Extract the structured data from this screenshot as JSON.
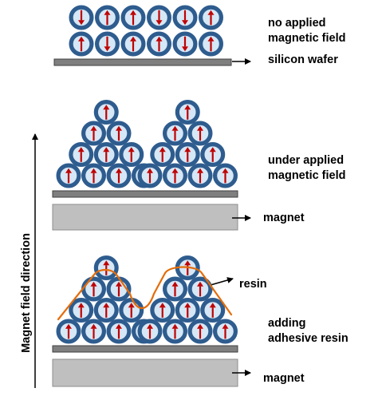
{
  "labels": {
    "no_field_line1": "no  applied",
    "no_field_line2": "magnetic field",
    "silicon_wafer": "silicon wafer",
    "under_field_line1": "under applied",
    "under_field_line2": "magnetic field",
    "magnet_top": "magnet",
    "resin": "resin",
    "adding_line1": "adding",
    "adding_line2": "adhesive resin",
    "magnet_bottom": "magnet",
    "axis": "Magnet field direction"
  },
  "colors": {
    "particle_ring": "#2e5c8e",
    "particle_core": "#d6e7f6",
    "arrow": "#c00000",
    "wafer": "#7f7f7f",
    "magnet": "#bfbfbf",
    "resin": "#e46c0a"
  },
  "panels": {
    "no_field": {
      "rows": [
        [
          "up",
          "down",
          "up",
          "up",
          "down",
          "up"
        ],
        [
          "down",
          "up",
          "up",
          "down",
          "down",
          "up"
        ]
      ]
    },
    "under_field": {
      "stacks": [
        {
          "rows": [
            [
              "up",
              "up",
              "up",
              "up"
            ],
            [
              "up",
              "up",
              "up"
            ],
            [
              "up",
              "up"
            ],
            [
              "up"
            ]
          ]
        },
        {
          "rows": [
            [
              "up",
              "up",
              "up",
              "up"
            ],
            [
              "up",
              "up",
              "up"
            ],
            [
              "up",
              "up"
            ],
            [
              "up"
            ]
          ]
        }
      ]
    },
    "resin_added": {
      "stacks": [
        {
          "rows": [
            [
              "up",
              "up",
              "up",
              "up"
            ],
            [
              "up",
              "up",
              "up"
            ],
            [
              "up",
              "up"
            ],
            [
              "up"
            ]
          ]
        },
        {
          "rows": [
            [
              "up",
              "up",
              "up",
              "up"
            ],
            [
              "up",
              "up",
              "up"
            ],
            [
              "up",
              "up"
            ],
            [
              "up"
            ]
          ]
        }
      ]
    }
  }
}
